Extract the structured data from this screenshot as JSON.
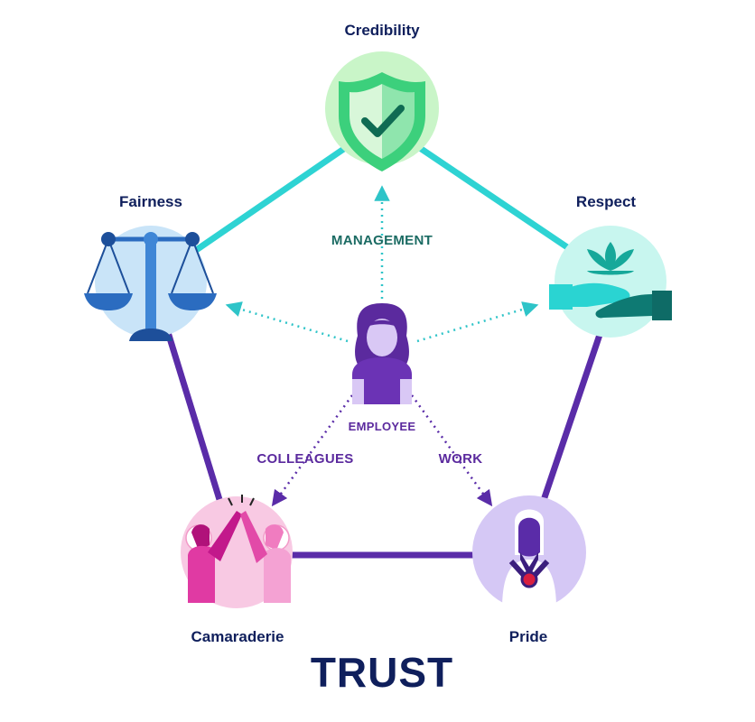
{
  "nodes": {
    "credibility": {
      "label": "Credibility"
    },
    "fairness": {
      "label": "Fairness"
    },
    "respect": {
      "label": "Respect"
    },
    "camaraderie": {
      "label": "Camaraderie"
    },
    "pride": {
      "label": "Pride"
    }
  },
  "center": {
    "label": "EMPLOYEE"
  },
  "edges": {
    "management": {
      "label": "MANAGEMENT"
    },
    "colleagues": {
      "label": "COLLEAGUES"
    },
    "work": {
      "label": "WORK"
    }
  },
  "title": "TRUST",
  "colors": {
    "teal_line": "#2ed3d3",
    "purple_line": "#5a2ca8",
    "navy_text": "#0f1f5c",
    "management_text": "#1b6b63",
    "purple_text": "#5b2a9e"
  }
}
